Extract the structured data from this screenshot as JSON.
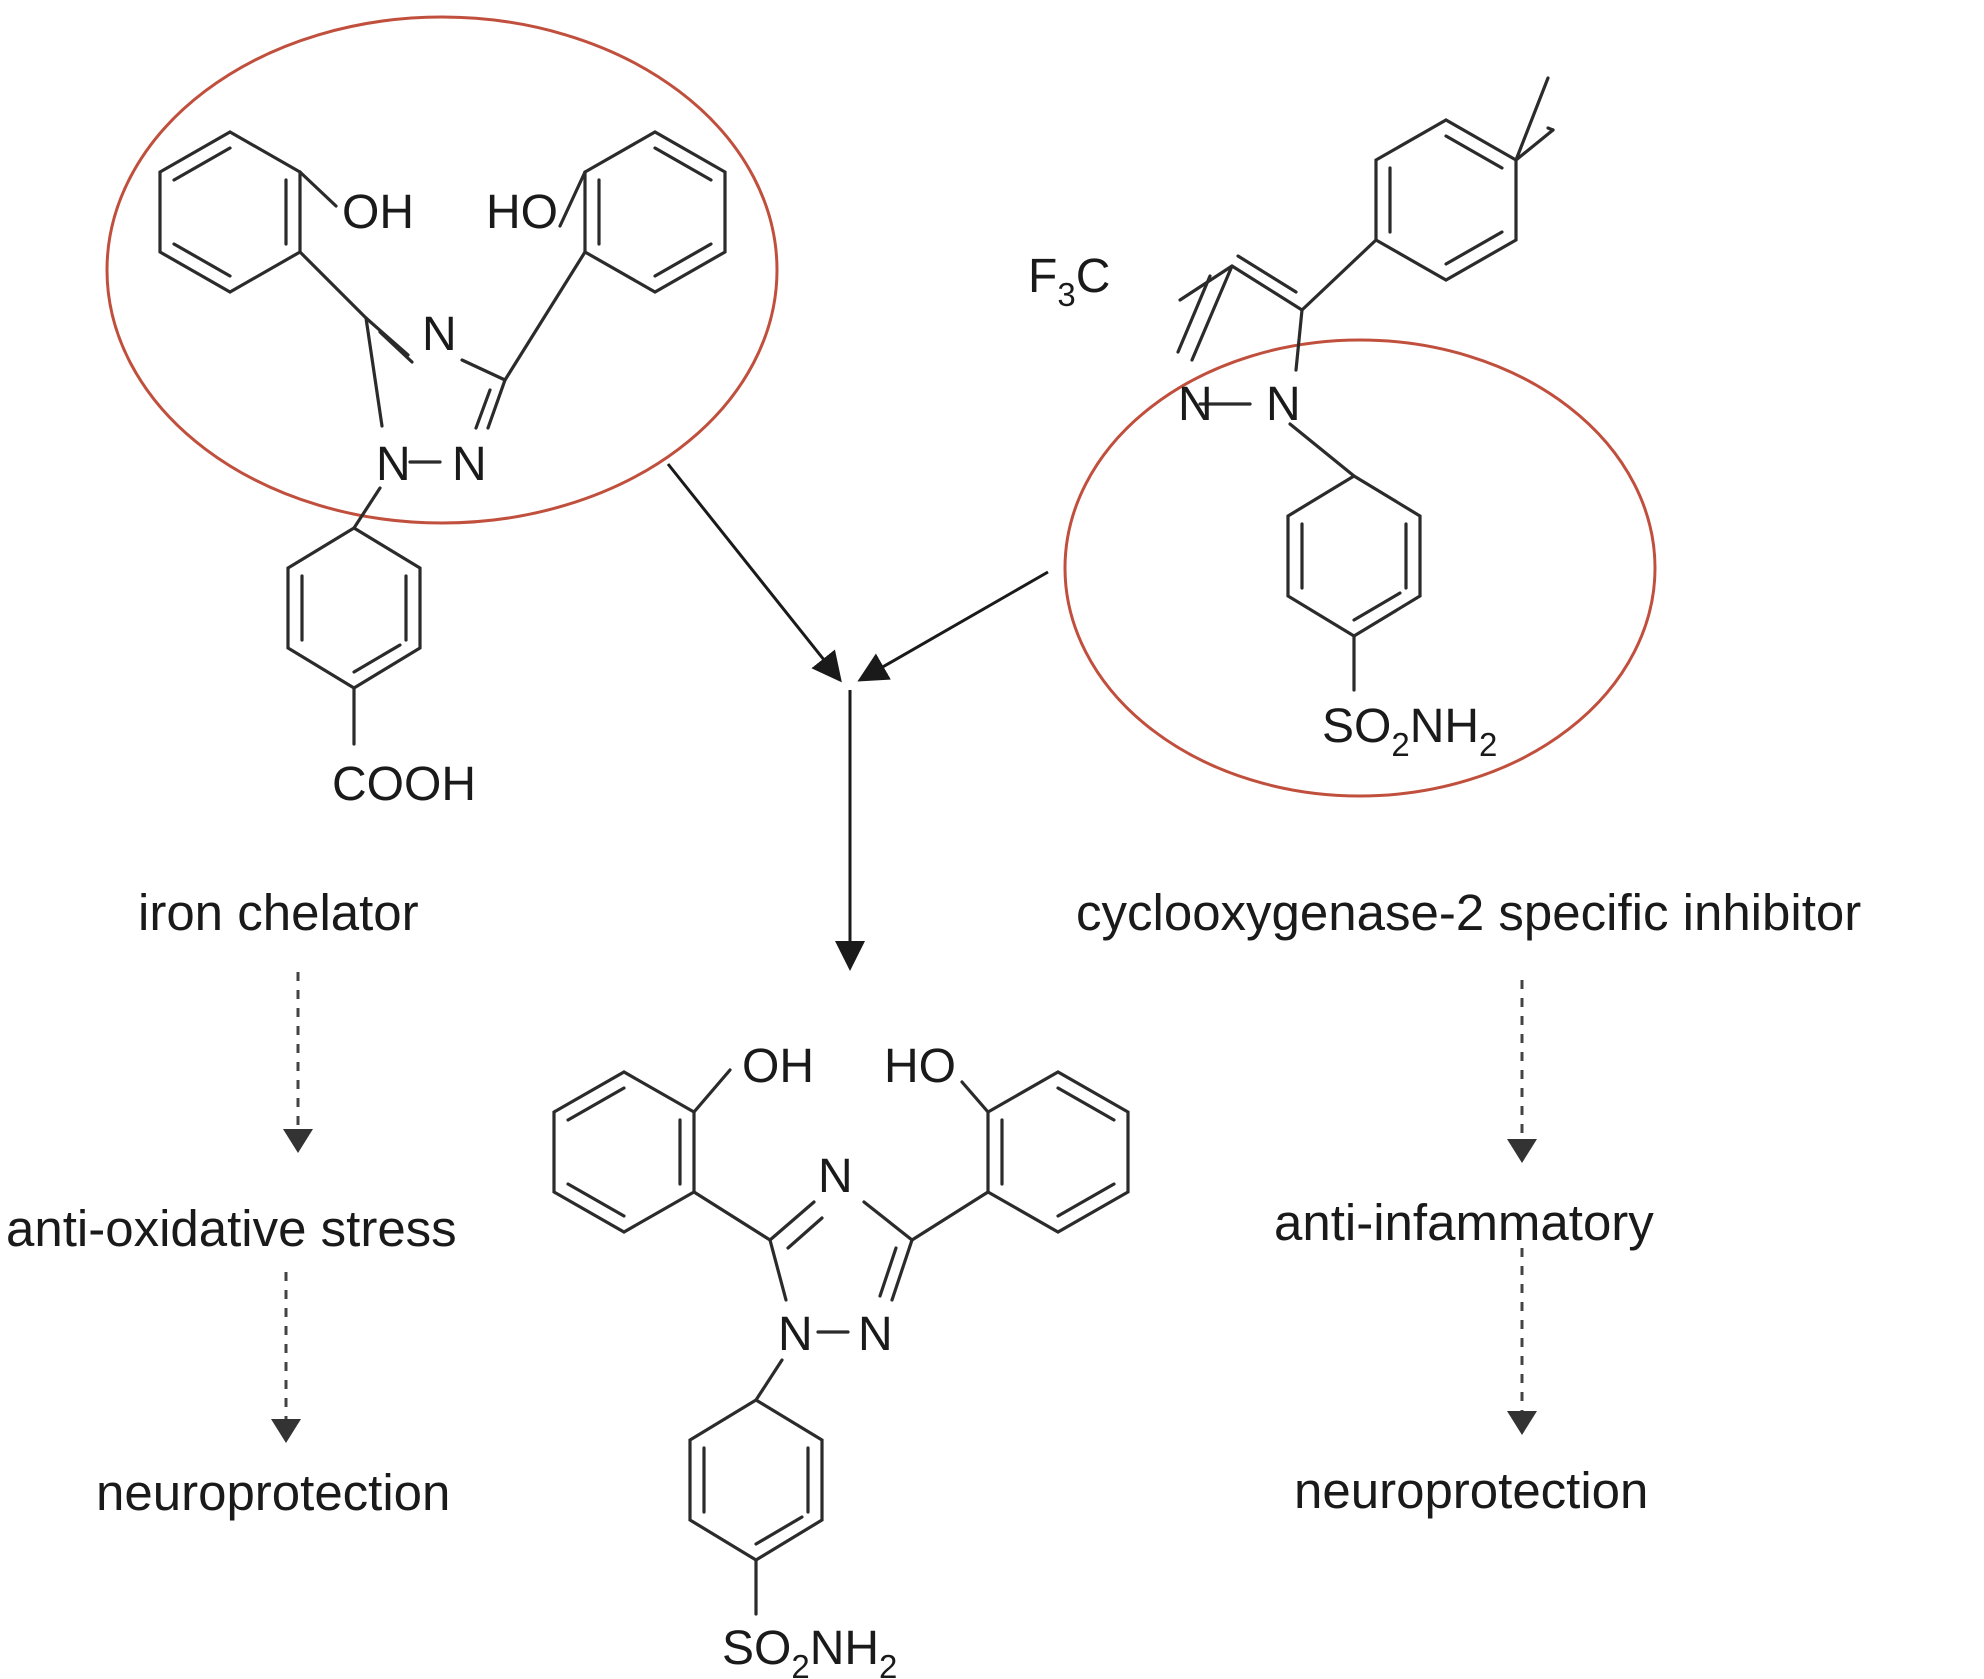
{
  "colors": {
    "highlight_ring": "#c0503d",
    "ink": "#1a1a1a"
  },
  "labels": {
    "left_mechanism": "iron chelator",
    "right_mechanism": "cyclooxygenase-2 specific inhibitor",
    "left_effect": "anti-oxidative stress",
    "right_effect": "anti-infammatory",
    "left_outcome": "neuroprotection",
    "right_outcome": "neuroprotection"
  },
  "deferasirox": {
    "oh_left": "OH",
    "oh_right": "HO",
    "triazole_n_top": "N",
    "triazole_n1": "N",
    "triazole_n2": "N",
    "cooh": "COOH"
  },
  "celecoxib": {
    "cf3_f": "F",
    "cf3_sub": "3",
    "cf3_c": "C",
    "pyrazole_n1": "N",
    "pyrazole_n2": "N",
    "so2nh2_a": "SO",
    "so2nh2_sub1": "2",
    "so2nh2_b": "NH",
    "so2nh2_sub2": "2"
  },
  "hybrid": {
    "oh_left": "OH",
    "oh_right": "HO",
    "triazole_n_top": "N",
    "triazole_n1": "N",
    "triazole_n2": "N",
    "so2nh2_a": "SO",
    "so2nh2_sub1": "2",
    "so2nh2_b": "NH",
    "so2nh2_sub2": "2"
  }
}
